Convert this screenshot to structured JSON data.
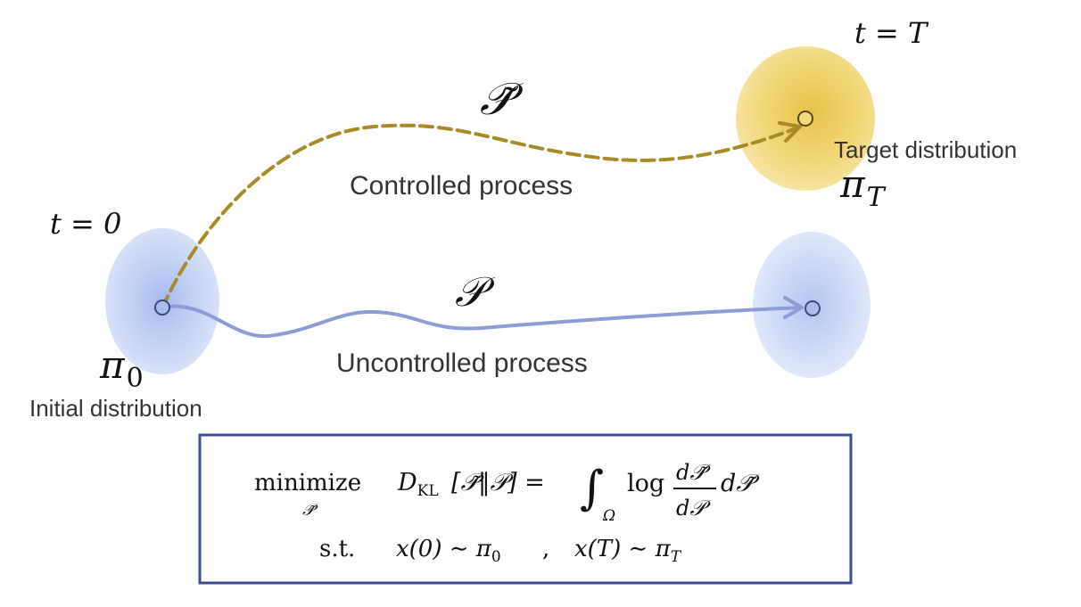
{
  "labels": {
    "t_start": "t = 0",
    "t_end": "t = T",
    "p_tilde": "𝒫̃",
    "p": "𝒫",
    "controlled": "Controlled process",
    "uncontrolled": "Uncontrolled process",
    "target": "Target distribution",
    "initial": "Initial distribution",
    "pi_T": "π",
    "pi_T_sub": "T",
    "pi_0": "π",
    "pi_0_sub": "0"
  },
  "objective": {
    "minimize": "minimize",
    "minimize_sub": "𝒫̃",
    "d": "D",
    "d_sub": "KL",
    "kl_args": "[𝒫̃‖𝒫] =",
    "integral": "∫",
    "integral_sub": "Ω",
    "log": "log",
    "frac_num": "d𝒫̃",
    "frac_den": "d𝒫",
    "tail": "d𝒫̃",
    "st": "s.t.",
    "c1": "x(0) ∼ π",
    "c1_sub": "0",
    "c2": "x(T) ∼ π",
    "c2_sub": "T"
  },
  "colors": {
    "controlled": "#A88B25",
    "uncontrolled": "#8C9DD6",
    "target_fill": "#EDD066",
    "initial_fill": "#BFD0F4",
    "box_border": "#3D4E8F"
  }
}
